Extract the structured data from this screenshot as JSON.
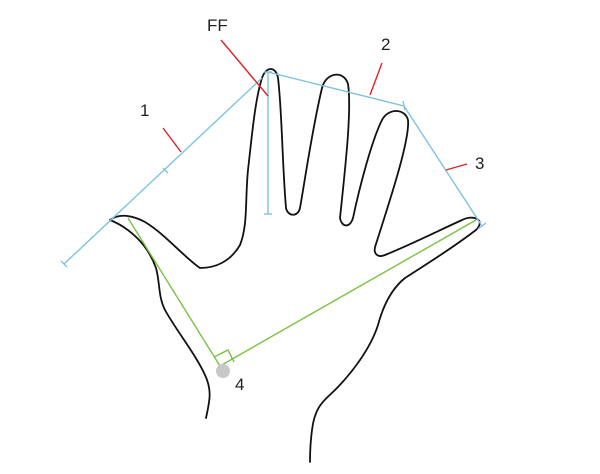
{
  "labels": {
    "ff": "FF",
    "one": "1",
    "two": "2",
    "three": "3",
    "four": "4"
  },
  "colors": {
    "outline": "#111111",
    "measure_line": "#7ec3dc",
    "pointer_line": "#e0202a",
    "green_line": "#7cc142",
    "landmark_dot": "#c8c8c8"
  }
}
